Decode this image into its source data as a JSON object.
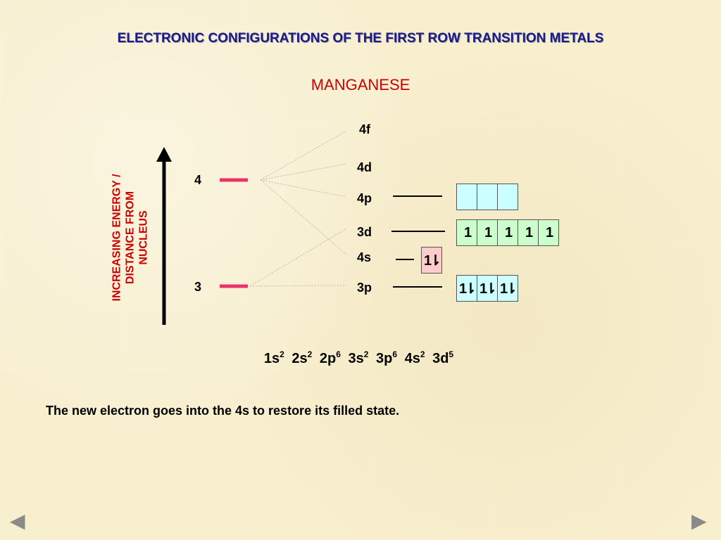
{
  "header": {
    "title": "ELECTRONIC CONFIGURATIONS OF THE FIRST ROW TRANSITION METALS",
    "element": "MANGANESE"
  },
  "axis": {
    "label_line1": "INCREASING ENERGY /",
    "label_line2": "DISTANCE FROM",
    "label_line3": "NUCLEUS"
  },
  "levels": {
    "n4": "4",
    "n3": "3"
  },
  "orbitals": {
    "f4": {
      "label": "4f"
    },
    "d4": {
      "label": "4d"
    },
    "p4": {
      "label": "4p",
      "boxes": [
        "",
        "",
        ""
      ]
    },
    "d3": {
      "label": "3d",
      "boxes": [
        "1",
        "1",
        "1",
        "1",
        "1"
      ]
    },
    "s4": {
      "label": "4s",
      "boxes": [
        "1⇂"
      ]
    },
    "p3": {
      "label": "3p",
      "boxes": [
        "1⇂",
        "1⇂",
        "1⇂"
      ]
    }
  },
  "configuration": [
    {
      "orbital": "1s",
      "count": "2"
    },
    {
      "orbital": "2s",
      "count": "2"
    },
    {
      "orbital": "2p",
      "count": "6"
    },
    {
      "orbital": "3s",
      "count": "2"
    },
    {
      "orbital": "3p",
      "count": "6"
    },
    {
      "orbital": "4s",
      "count": "2"
    },
    {
      "orbital": "3d",
      "count": "5"
    }
  ],
  "note": "The new electron goes into the 4s to restore its filled state.",
  "nav": {
    "prev_icon": "triangle-left-icon",
    "next_icon": "triangle-right-icon"
  },
  "colors": {
    "title": "#1a1a8c",
    "accent": "#cc0000",
    "level_mark": "#e8336b"
  }
}
